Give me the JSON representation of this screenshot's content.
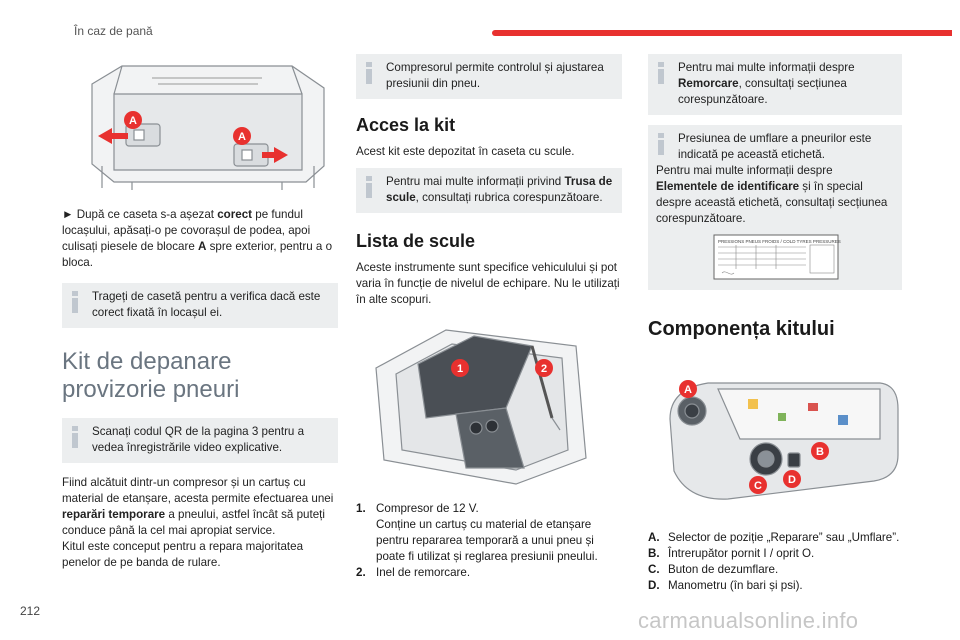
{
  "header": {
    "title": "În caz de pană",
    "accent_color": "#e8312f"
  },
  "page_number": "212",
  "watermark": "carmanualsonline.info",
  "col1": {
    "figure_labels": [
      "A",
      "A"
    ],
    "para1_arrow": "►",
    "para1_a": "După ce caseta s-a așezat ",
    "para1_b": "corect",
    "para1_c": " pe fundul locașului, apăsați-o pe covorașul de podea, apoi culisați piesele de blocare ",
    "para1_d": "A",
    "para1_e": " spre exterior, pentru a o bloca.",
    "note1": "Trageți de casetă pentru a verifica dacă este corect fixată în locașul ei.",
    "heading": "Kit de depanare provizorie pneuri",
    "note2": "Scanați codul QR de la pagina 3 pentru a vedea înregistrările video explicative.",
    "para2_a": "Fiind alcătuit dintr-un compresor și un cartuș cu material de etanșare, acesta permite efectuarea unei ",
    "para2_b": "reparări temporare",
    "para2_c": " a pneului, astfel încât să puteți conduce până la cel mai apropiat service.",
    "para3": "Kitul este conceput pentru a repara majoritatea penelor de pe banda de rulare."
  },
  "col2": {
    "note1": "Compresorul permite controlul și ajustarea presiunii din pneu.",
    "heading1": "Acces la kit",
    "para1": "Acest kit este depozitat în caseta cu scule.",
    "note2_a": "Pentru mai multe informații privind ",
    "note2_b": "Trusa de scule",
    "note2_c": ", consultați rubrica corespunzătoare.",
    "heading2": "Lista de scule",
    "para2": "Aceste instrumente sunt specifice vehiculului și pot varia în funcție de nivelul de echipare. Nu le utilizați în alte scopuri.",
    "figure_labels": [
      "1",
      "2"
    ],
    "items": [
      {
        "num": "1.",
        "text": "Compresor de 12 V.",
        "sub": "Conține un cartuș cu material de etanșare pentru repararea temporară a unui pneu și poate fi utilizat și reglarea presiunii pneului."
      },
      {
        "num": "2.",
        "text": "Inel de remorcare.",
        "sub": ""
      }
    ]
  },
  "col3": {
    "note1_a": "Pentru mai multe informații despre ",
    "note1_b": "Remorcare",
    "note1_c": ", consultați secțiunea corespunzătoare.",
    "note2_a": "Presiunea de umflare a pneurilor este indicată pe această etichetă.",
    "note2_b": "Pentru mai multe informații despre ",
    "note2_c": "Elementele de identificare",
    "note2_d": " și în special despre această etichetă, consultați secțiunea corespunzătoare.",
    "label_header": "PRESSIONS PNEUS FROIDS / COLD TYRES PRESSURES",
    "heading": "Componența kitului",
    "figure_labels": [
      "A",
      "B",
      "C",
      "D"
    ],
    "legend": [
      {
        "key": "A.",
        "text": "Selector de poziție „Reparare” sau „Umflare”."
      },
      {
        "key": "B.",
        "text": "Întrerupător pornit I / oprit O."
      },
      {
        "key": "C.",
        "text": "Buton de dezumflare."
      },
      {
        "key": "D.",
        "text": "Manometru (în bari și psi)."
      }
    ]
  }
}
